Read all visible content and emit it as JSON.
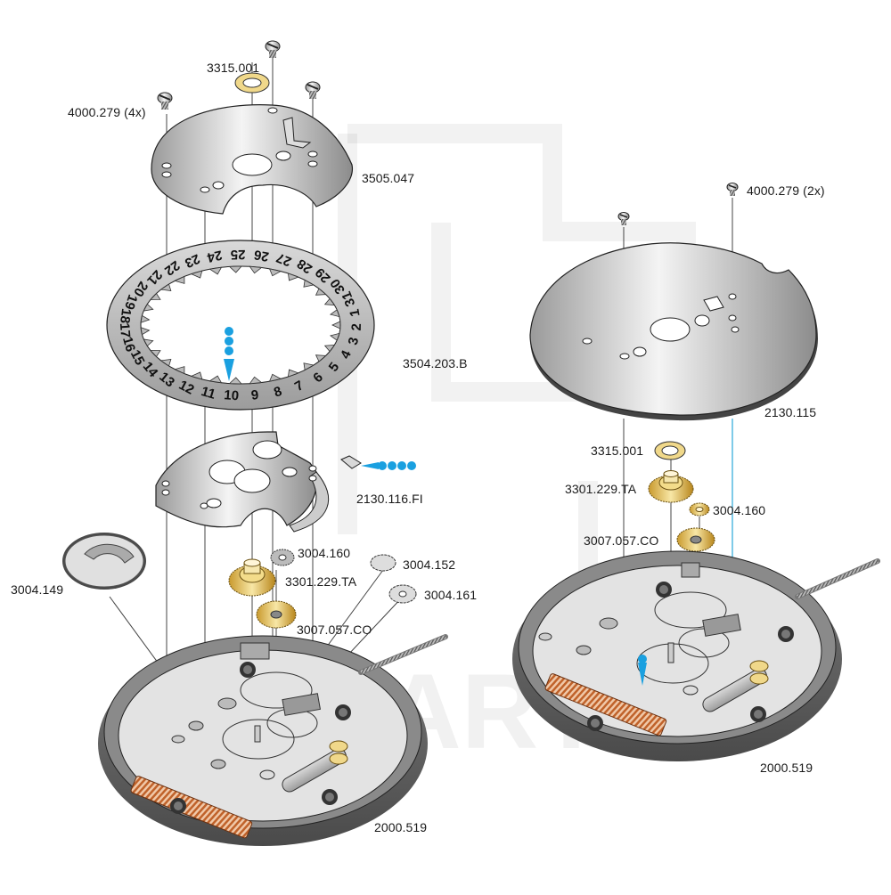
{
  "diagram": {
    "type": "exploded-parts-diagram",
    "subject": "quartz watch movement with date ring",
    "watermark": "RFPARTS",
    "colors": {
      "steel": "#c8c8c8",
      "steel_dark": "#6e6e6e",
      "brass": "#e8c860",
      "copper_coil": "#c8682e",
      "indicator_blue": "#1aa0e0",
      "leader_line": "#333333",
      "accent_leader": "#2aa8d8"
    },
    "left_assembly": {
      "labels": {
        "screw_4x": "4000.279 (4x)",
        "washer": "3315.001",
        "upper_plate": "3505.047",
        "date_ring": "3504.203.B",
        "date_jumper_plate": "2130.116.FI",
        "date_driving_wheel": "3004.149",
        "wheel_a": "3004.160",
        "wheel_b": "3004.152",
        "wheel_c": "3004.161",
        "hour_wheel": "3301.229.TA",
        "minute_wheel": "3007.057.CO",
        "movement": "2000.519"
      },
      "date_ring_numbers": [
        "1",
        "2",
        "3",
        "4",
        "5",
        "6",
        "7",
        "8",
        "9",
        "10",
        "11",
        "12",
        "13",
        "14",
        "15",
        "16",
        "17",
        "18",
        "19",
        "20",
        "21",
        "22",
        "23",
        "24",
        "25",
        "26",
        "27",
        "28",
        "29",
        "30",
        "31"
      ]
    },
    "right_assembly": {
      "labels": {
        "screw_2x": "4000.279 (2x)",
        "dial_plate": "2130.115",
        "washer": "3315.001",
        "hour_wheel": "3301.229.TA",
        "wheel_a": "3004.160",
        "minute_wheel": "3007.057.CO",
        "movement": "2000.519"
      }
    }
  }
}
